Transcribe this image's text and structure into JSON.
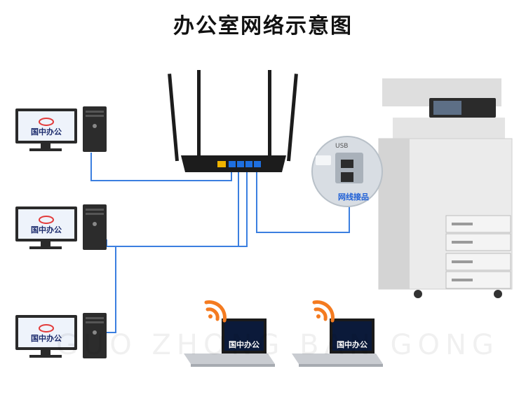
{
  "title": "办公室网络示意图",
  "printer": {
    "port_label": "网线接品",
    "usb_label": "USB"
  },
  "brand": {
    "logo_text": "国中办公",
    "watermark_text": "GUO ZHONG BAN GONG"
  },
  "colors": {
    "cable": "#3b7fe0",
    "wifi": "#f47b20",
    "router": "#1c1c1c",
    "printer_body": "#e9e9e9"
  }
}
